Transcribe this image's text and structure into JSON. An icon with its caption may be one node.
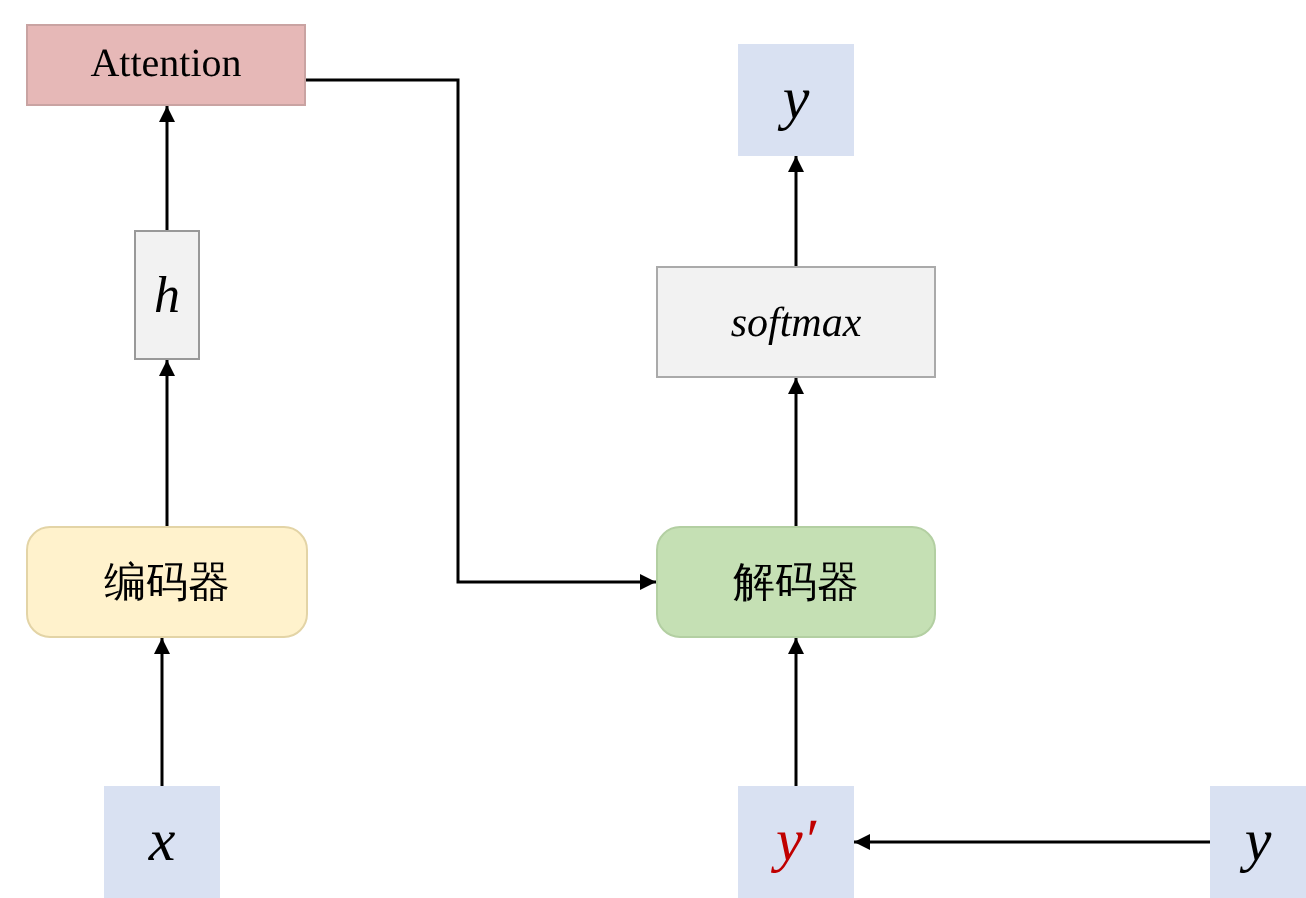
{
  "diagram": {
    "nodes": [
      {
        "text": [
          "Attention"
        ]
      },
      {
        "text": [
          "h"
        ]
      },
      {
        "text": [
          "编码器"
        ]
      },
      {
        "text": [
          "x"
        ]
      },
      {
        "text": [
          "y"
        ]
      },
      {
        "text": [
          "softmax"
        ]
      },
      {
        "text": [
          "解码器"
        ]
      },
      {
        "text": [
          "y′"
        ]
      },
      {
        "text": [
          "y"
        ]
      }
    ],
    "edges": [
      {
        "from": 3,
        "to": 2,
        "arrow": "to"
      },
      {
        "from": 2,
        "to": 1,
        "arrow": "to"
      },
      {
        "from": 1,
        "to": 0,
        "arrow": "to"
      },
      {
        "from": 0,
        "to": 6,
        "arrow": "to"
      },
      {
        "from": 7,
        "to": 6,
        "arrow": "to"
      },
      {
        "from": 6,
        "to": 5,
        "arrow": "to"
      },
      {
        "from": 5,
        "to": 4,
        "arrow": "to"
      },
      {
        "from": 8,
        "to": 7,
        "arrow": "to"
      }
    ]
  }
}
